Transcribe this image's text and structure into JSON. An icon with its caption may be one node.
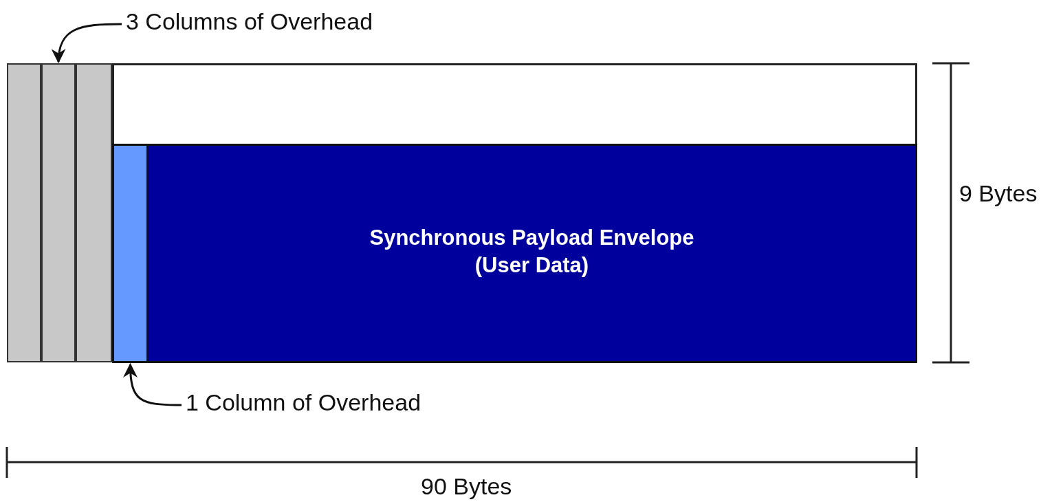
{
  "diagram": {
    "nodes": [
      {
        "text": [
          "3 Columns of Overhead"
        ]
      },
      {
        "text": [],
        "shape": "box"
      },
      {
        "text": [],
        "shape": "box"
      },
      {
        "text": [],
        "shape": "box"
      },
      {
        "text": [],
        "shape": "box"
      },
      {
        "text": [],
        "shape": "box"
      },
      {
        "text": [
          "Synchronous Payload Envelope (User Data)"
        ]
      },
      {
        "text": [
          "1 Column of Overhead"
        ]
      }
    ],
    "edges": [
      {
        "from": 0,
        "to": 2,
        "arrow": "to"
      },
      {
        "from": 7,
        "to": 5,
        "arrow": "to"
      }
    ],
    "labels": [
      "9 Bytes",
      "90 Bytes"
    ]
  }
}
